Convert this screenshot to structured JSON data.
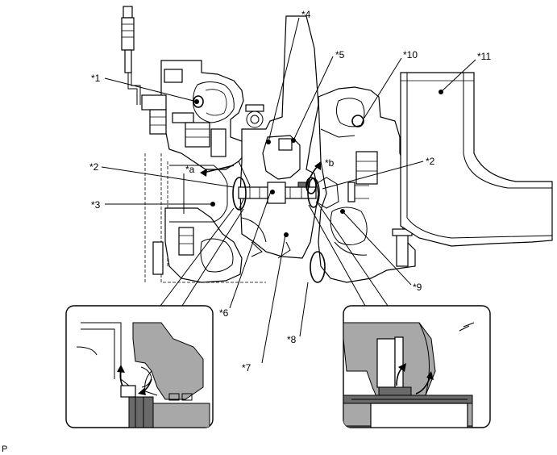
{
  "labels": {
    "l1": "*1",
    "l2_left": "*2",
    "l2_right": "*2",
    "l3": "*3",
    "l4": "*4",
    "l5": "*5",
    "l6": "*6",
    "l7": "*7",
    "l8": "*8",
    "l9": "*9",
    "l10": "*10",
    "l11": "*11",
    "la": "*a",
    "lb": "*b"
  },
  "corner_code": "P"
}
